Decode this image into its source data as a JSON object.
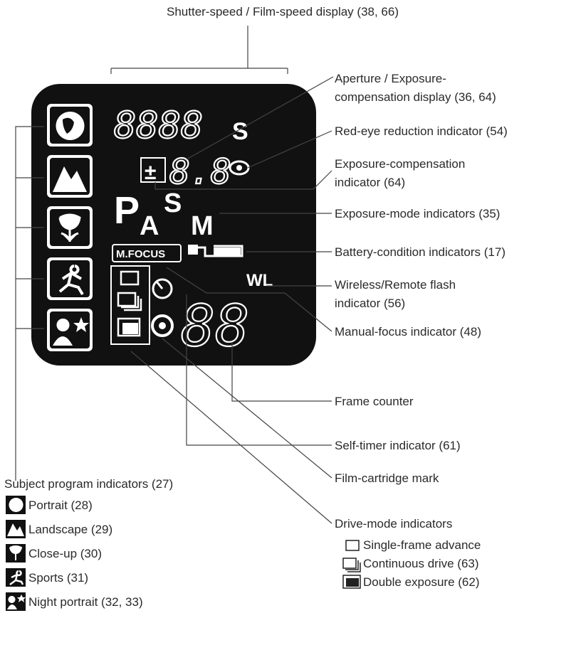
{
  "labels": {
    "shutter_speed": "Shutter-speed / Film-speed display (38, 66)",
    "aperture_line1": "Aperture / Exposure-",
    "aperture_line2": "compensation display (36, 64)",
    "red_eye": "Red-eye reduction indicator (54)",
    "exp_comp_line1": "Exposure-compensation",
    "exp_comp_line2": "indicator (64)",
    "exp_mode": "Exposure-mode indicators (35)",
    "battery": "Battery-condition indicators (17)",
    "wireless_line1": "Wireless/Remote flash",
    "wireless_line2": "indicator (56)",
    "manual_focus": "Manual-focus indicator (48)",
    "frame_counter": "Frame counter",
    "self_timer": "Self-timer indicator (61)",
    "film_cartridge": "Film-cartridge mark",
    "drive_mode": "Drive-mode indicators"
  },
  "drive_modes": [
    {
      "label": "Single-frame advance",
      "icon": "single-frame-icon"
    },
    {
      "label": "Continuous drive (63)",
      "icon": "continuous-drive-icon"
    },
    {
      "label": "Double exposure (62)",
      "icon": "double-exposure-icon"
    }
  ],
  "subject_programs": {
    "title": "Subject program indicators (27)",
    "items": [
      {
        "label": "Portrait (28)",
        "icon": "portrait-icon"
      },
      {
        "label": "Landscape (29)",
        "icon": "landscape-icon"
      },
      {
        "label": "Close-up (30)",
        "icon": "close-up-icon"
      },
      {
        "label": "Sports (31)",
        "icon": "sports-icon"
      },
      {
        "label": "Night portrait (32, 33)",
        "icon": "night-portrait-icon"
      }
    ]
  },
  "lcd": {
    "shutter_digits": "8888",
    "shutter_unit": "S",
    "aperture_digits": "8.8",
    "exposure_modes": [
      "P",
      "A",
      "S",
      "M"
    ],
    "manual_focus": "M.FOCUS",
    "wireless": "WL",
    "frame_digits": "88"
  }
}
